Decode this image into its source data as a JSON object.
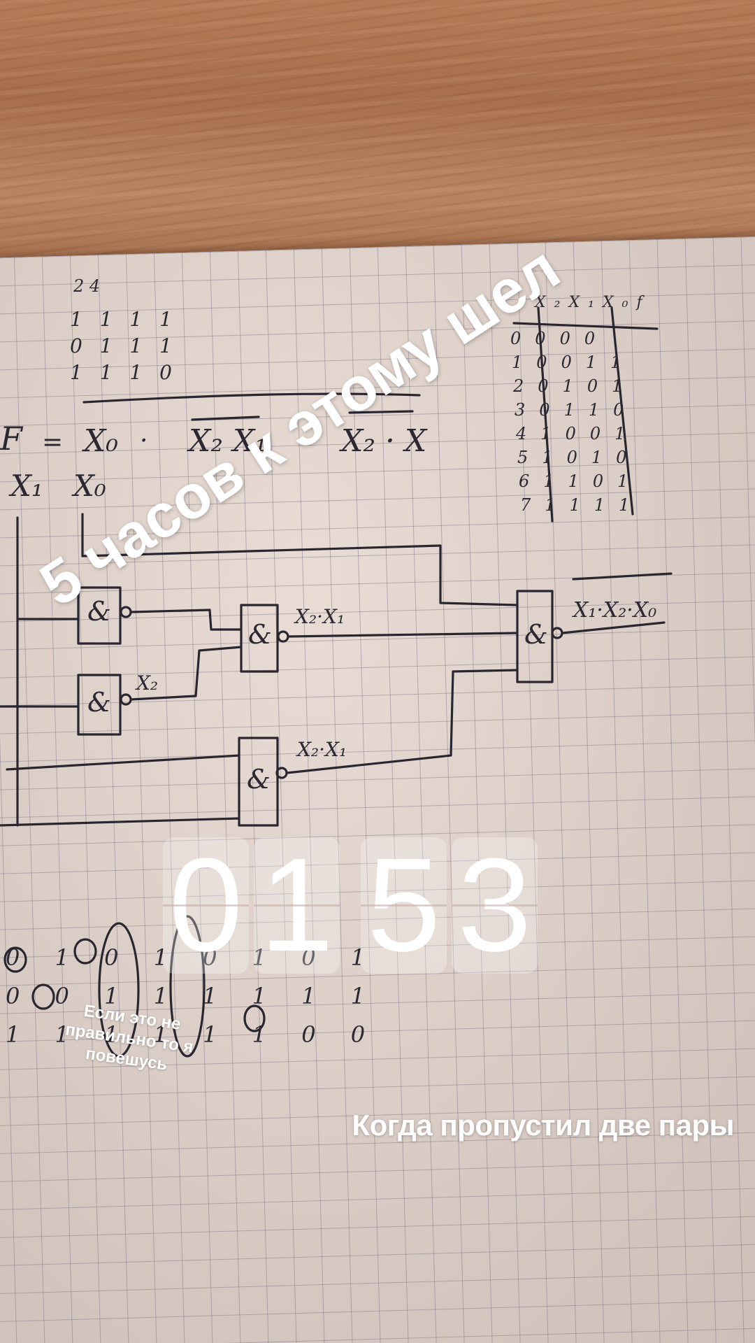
{
  "story": {
    "headline": "5 часов к этому шел",
    "counter_digits": [
      "0",
      "1",
      "5",
      "3"
    ],
    "side_note": "Если это не правильно то я повешусь",
    "bottom_caption": "Когда пропустил две пары"
  },
  "notebook": {
    "formula_parts": [
      "F",
      "=",
      "X₀",
      "·",
      "X₂ X₁",
      "·",
      "X₂ · X"
    ],
    "inputs": [
      "X₁",
      "X₀"
    ],
    "gate_outputs": [
      "X₂·X₁",
      "X₂",
      "X₂·X₁",
      "X₁·X₂·X₀"
    ],
    "gate_symbol": "&",
    "top_numbers": "2 4",
    "top_matrix": [
      "1 1 1 1",
      "0 1 1 1",
      "1 1 1 0"
    ],
    "truth_table_header": [
      "X₂",
      "X₁",
      "X₀",
      "f"
    ],
    "truth_table_rows": [
      [
        "0",
        "0",
        "0",
        "0",
        ""
      ],
      [
        "1",
        "0",
        "0",
        "1",
        "1"
      ],
      [
        "2",
        "0",
        "1",
        "0",
        "1"
      ],
      [
        "3",
        "0",
        "1",
        "1",
        "0"
      ],
      [
        "4",
        "1",
        "0",
        "0",
        "1"
      ],
      [
        "5",
        "1",
        "0",
        "1",
        "0"
      ],
      [
        "6",
        "1",
        "1",
        "0",
        "1"
      ],
      [
        "7",
        "1",
        "1",
        "1",
        "1"
      ]
    ],
    "bottom_matrix": [
      "0 1 0 1 0 1 0 1",
      "0 0 1 1 1 1 1 1",
      "1 1 1 1 1 1 0 0"
    ]
  },
  "colors": {
    "overlay_text": "#ffffff",
    "ink": "#2a2630",
    "paper": "#dccfc6",
    "wood": "#a86f4c"
  }
}
